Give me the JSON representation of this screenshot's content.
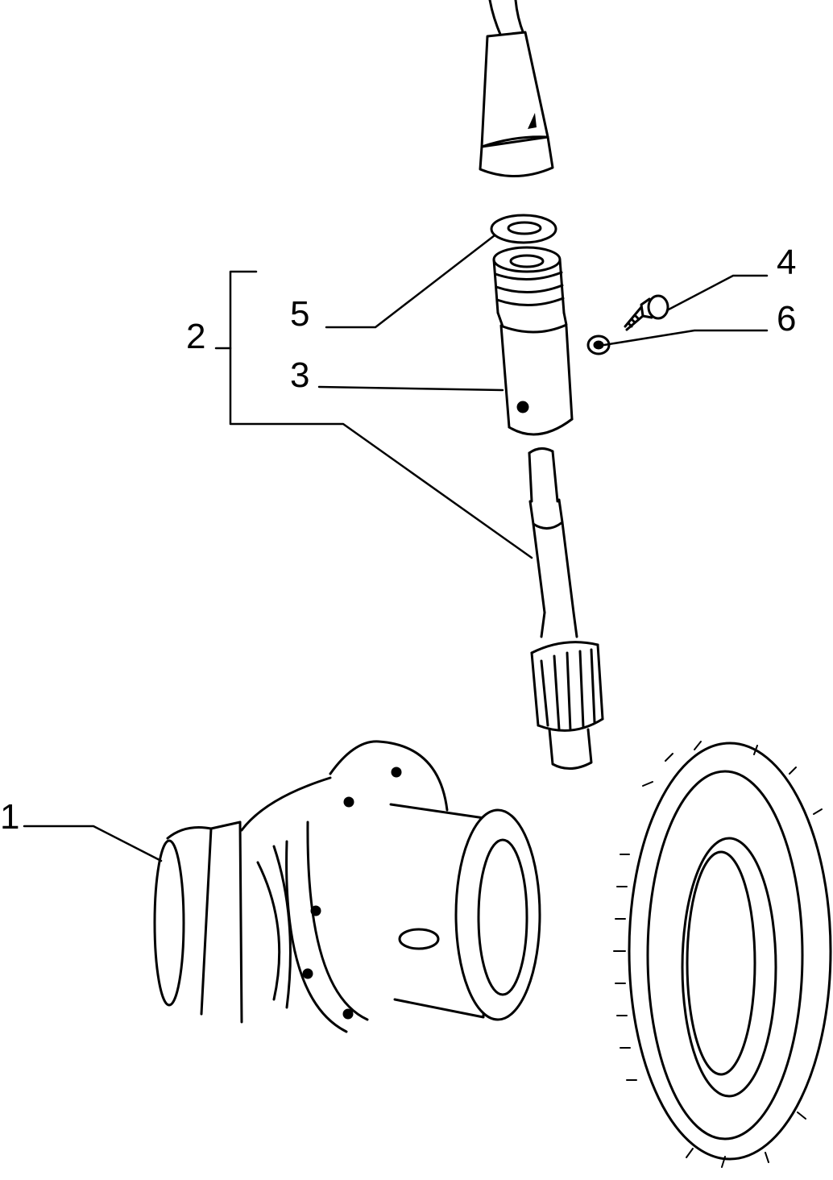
{
  "callouts": {
    "c1": "1",
    "c2": "2",
    "c3": "3",
    "c4": "4",
    "c5": "5",
    "c6": "6"
  },
  "colors": {
    "ink": "#000000",
    "paper": "#ffffff",
    "shade": "#d0d0d0"
  }
}
